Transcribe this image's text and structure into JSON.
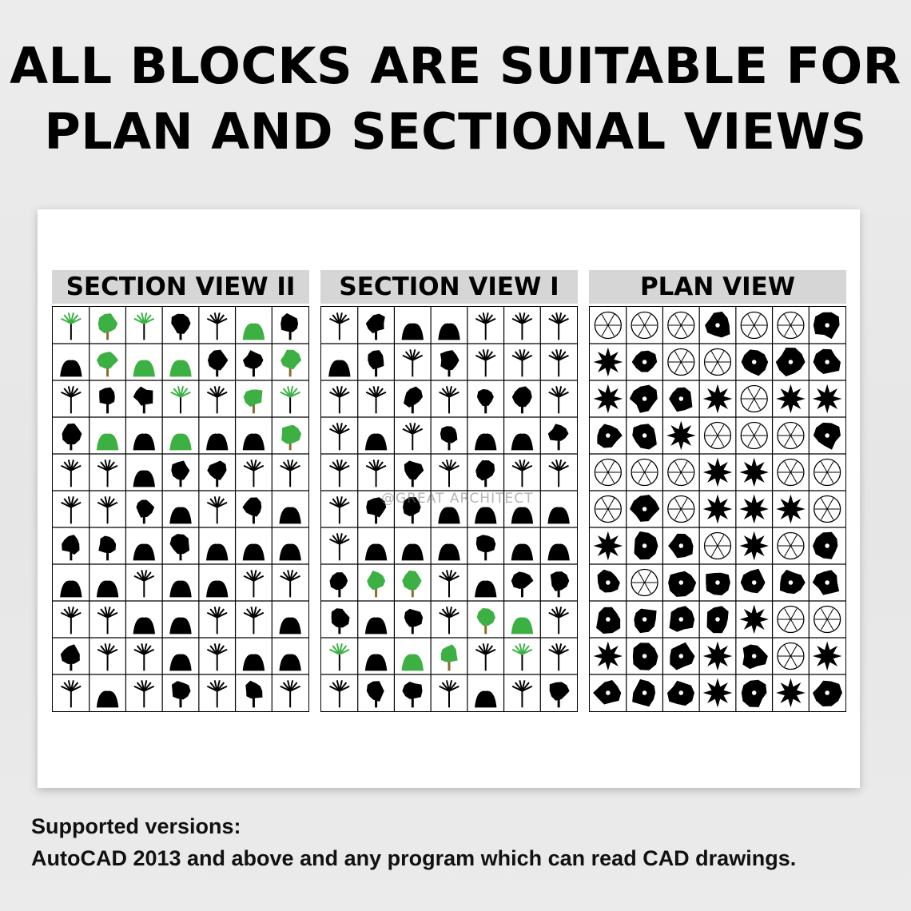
{
  "headline": {
    "line1": "ALL BLOCKS ARE SUITABLE FOR",
    "line2": "PLAN AND SECTIONAL VIEWS"
  },
  "panels": [
    {
      "title": "SECTION VIEW II",
      "rows": 11,
      "cols": 7
    },
    {
      "title": "SECTION VIEW I",
      "rows": 11,
      "cols": 7
    },
    {
      "title": "PLAN VIEW",
      "rows": 11,
      "cols": 7
    }
  ],
  "watermark": "@GREAT ARCHITECT",
  "footer": {
    "line1": "Supported versions:",
    "line2": "AutoCAD 2013 and above and any program which can read CAD drawings."
  },
  "colors": {
    "background": "#e8e8e8",
    "sheet": "#ffffff",
    "header_bar": "#d6d6d6",
    "ink": "#000000",
    "foliage_green": "#3cb043",
    "trunk_brown": "#8b6b2e"
  },
  "icons": {
    "section_view_ii": "shrub-elevation-icon",
    "section_view_i": "tree-elevation-icon",
    "plan_view": "tree-plan-icon"
  }
}
